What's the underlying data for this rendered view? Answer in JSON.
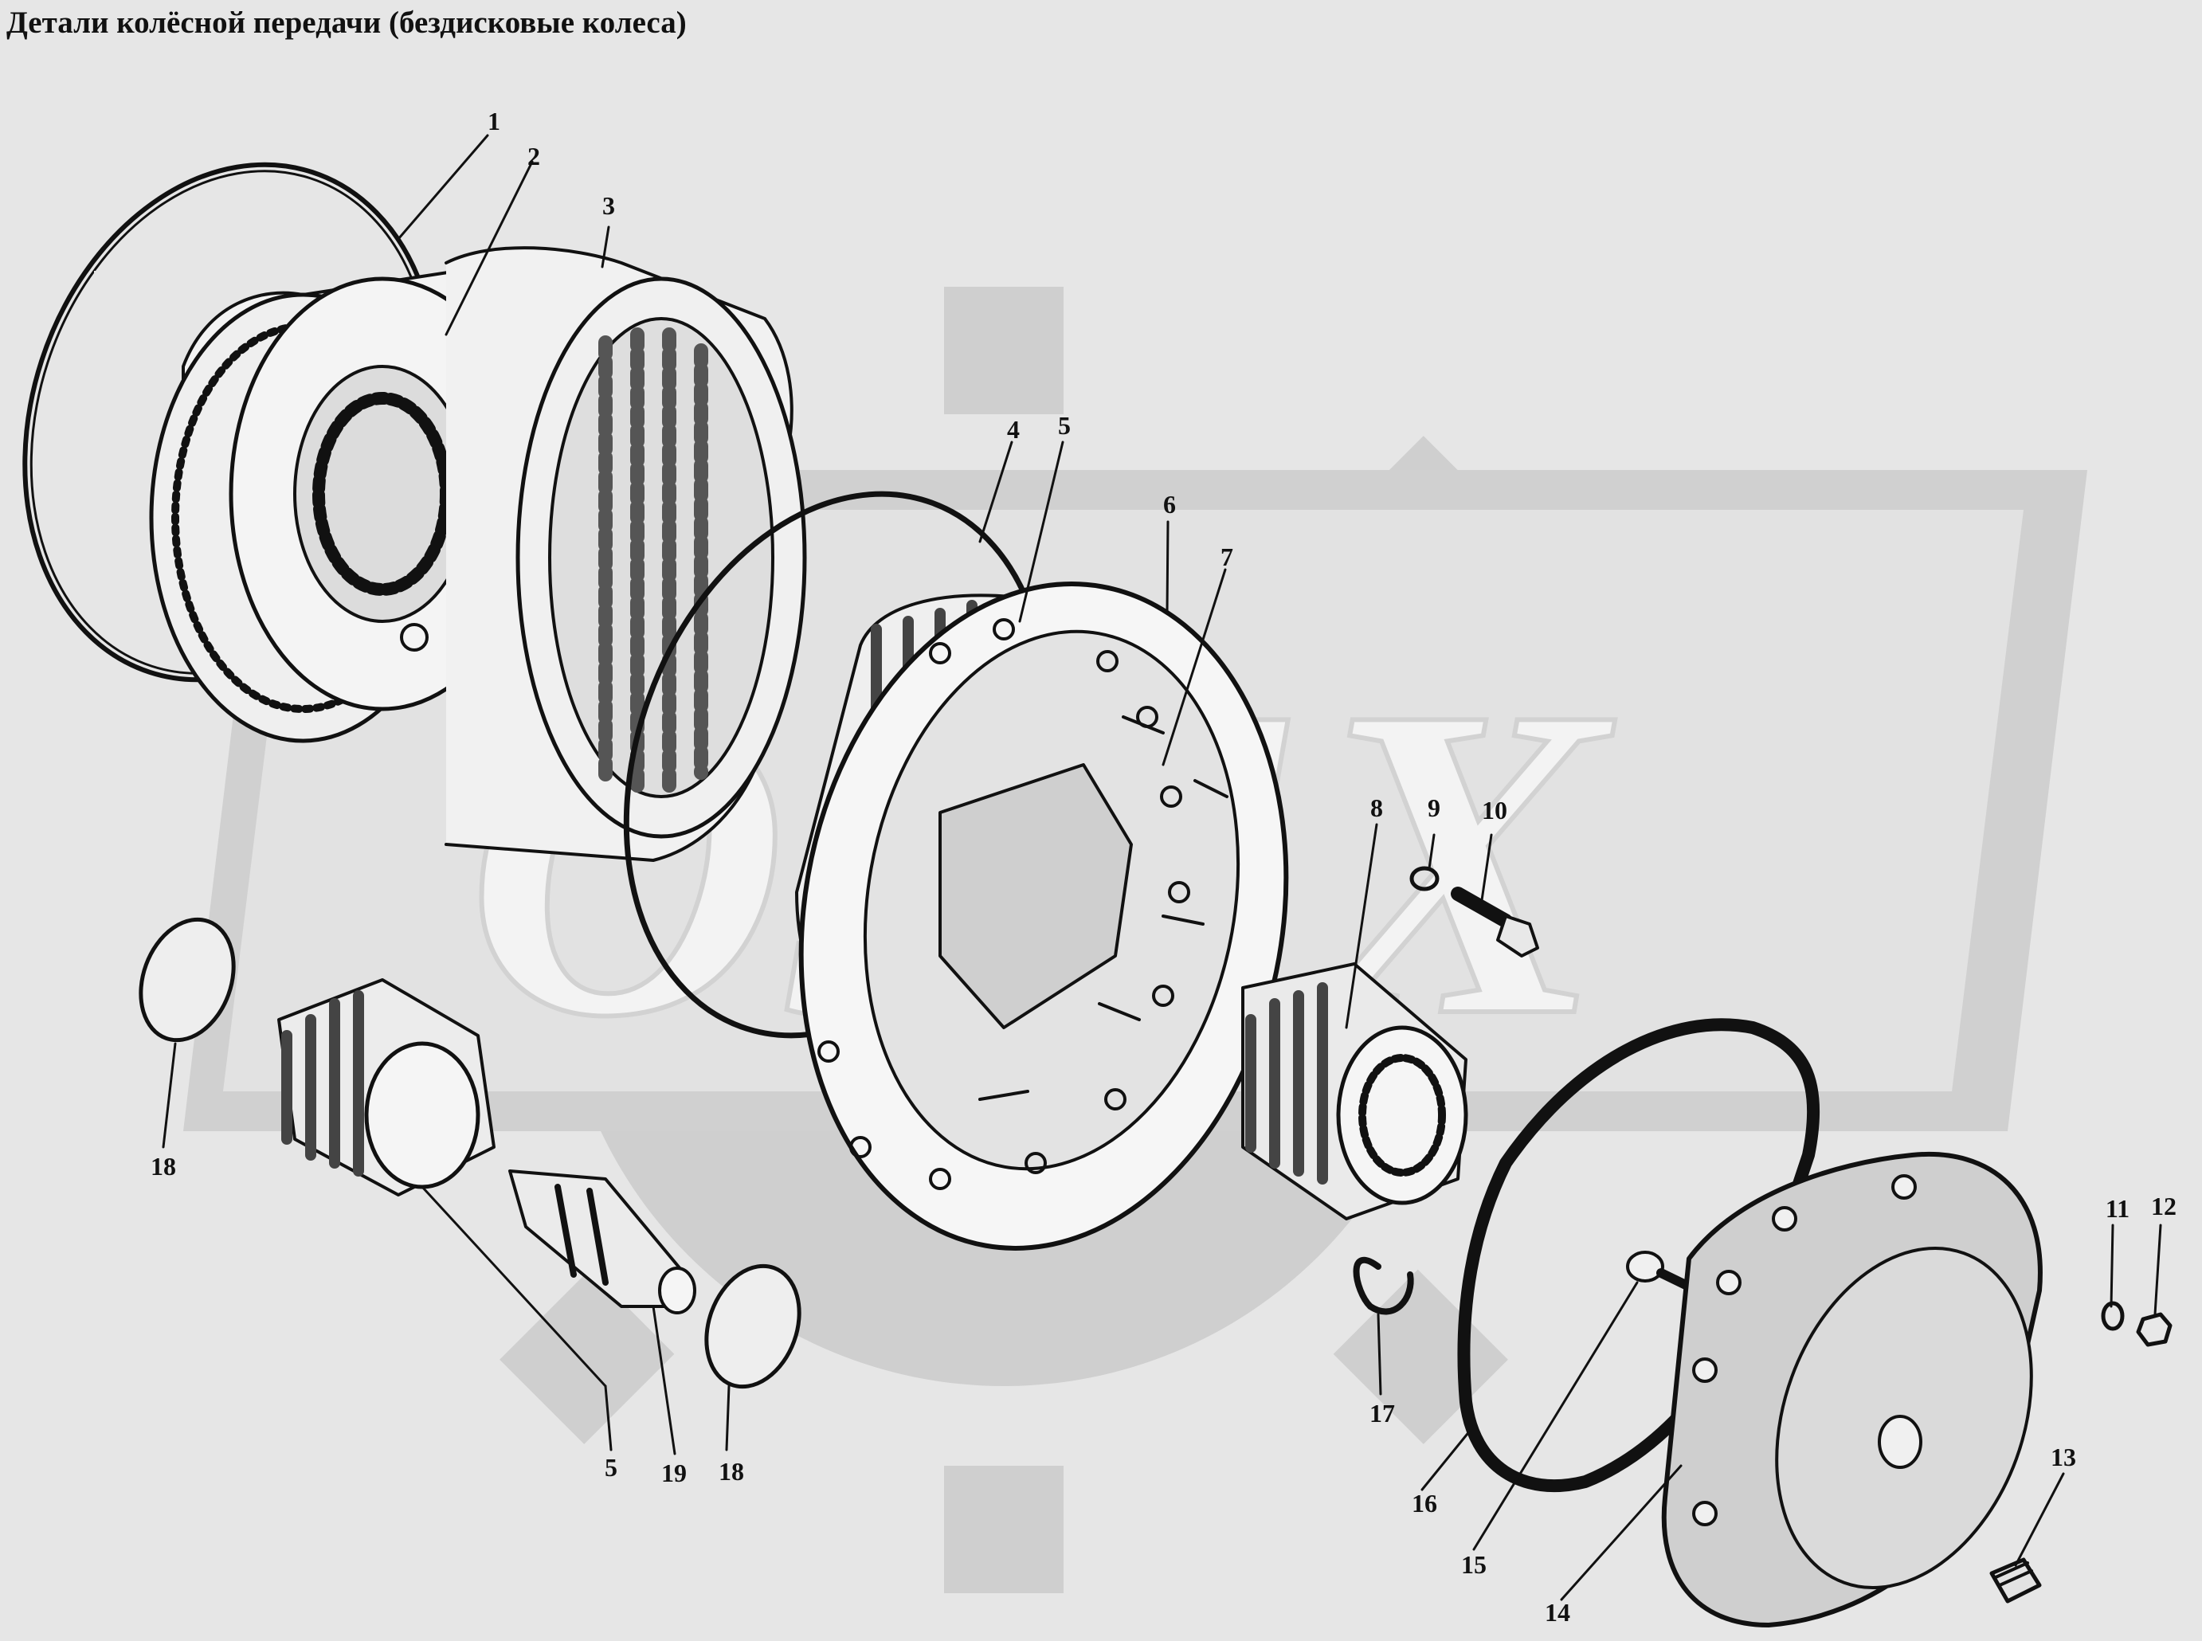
{
  "title": "Детали колёсной передачи (бездисковые колеса)",
  "watermark": {
    "text": "OJEX",
    "color": "#c8c8c8"
  },
  "colors": {
    "background": "#e6e6e6",
    "ink": "#111111",
    "paper": "#f4f4f4"
  },
  "callouts": [
    "1",
    "2",
    "3",
    "4",
    "5",
    "6",
    "7",
    "8",
    "9",
    "10",
    "11",
    "12",
    "13",
    "14",
    "15",
    "16",
    "17",
    "18",
    "19",
    "5",
    "18"
  ]
}
